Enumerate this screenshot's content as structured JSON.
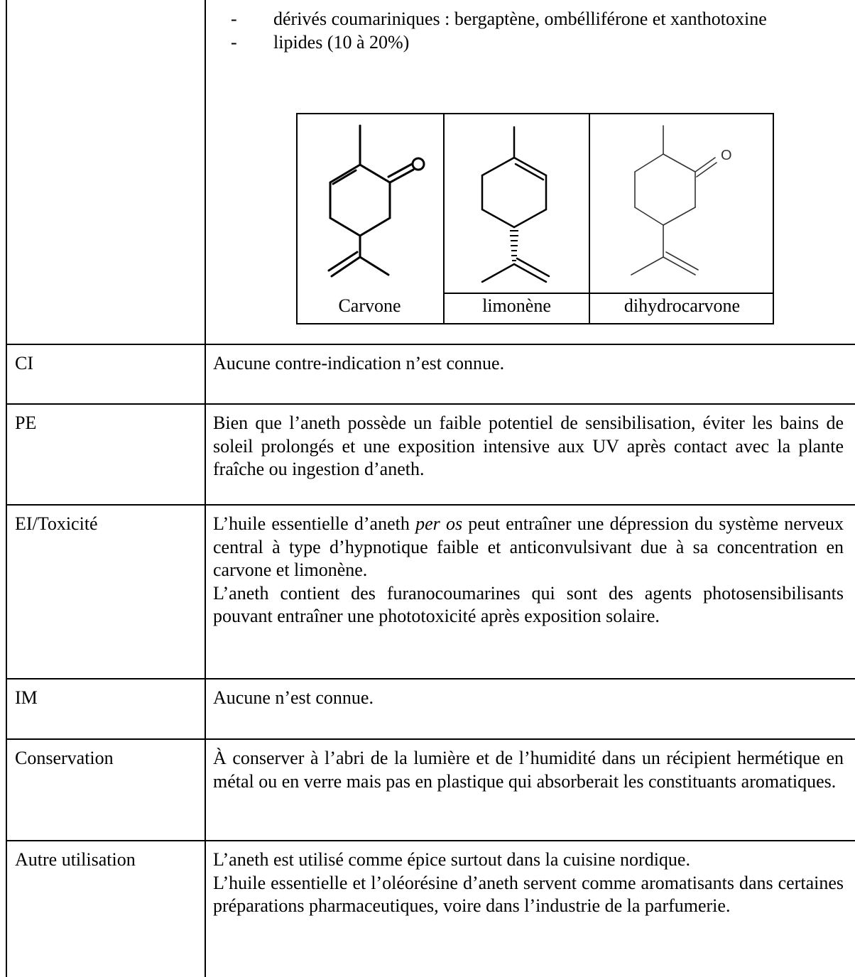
{
  "top_section": {
    "bullets": [
      {
        "marker": "-",
        "text": "dérivés coumariniques : bergaptène, ombélliférone et xanthotoxine"
      },
      {
        "marker": "-",
        "text": "lipides (10 à 20%)"
      }
    ],
    "molecules": [
      {
        "name": "Carvone",
        "icon": "carvone-structure-icon"
      },
      {
        "name": "limonène",
        "icon": "limonene-structure-icon"
      },
      {
        "name": "dihydrocarvone",
        "icon": "dihydrocarvone-structure-icon"
      }
    ]
  },
  "rows": [
    {
      "label": "CI",
      "lines": [
        "Aucune contre-indication n’est connue."
      ]
    },
    {
      "label": "PE",
      "text": "Bien que l’aneth possède un faible potentiel de sensibilisation, éviter les bains de soleil prolongés et une exposition intensive aux UV après contact avec la plante fraîche ou ingestion d’aneth."
    },
    {
      "label": "EI/Toxicité",
      "p1_before": "L’huile essentielle d’aneth ",
      "p1_italic": "per os",
      "p1_after": " peut entraîner une dépression du système nerveux central à type d’hypnotique faible et anticonvulsivant due à sa concentration en carvone et limonène.",
      "p2": "L’aneth contient des furanocoumarines qui sont des agents photosensibilisants pouvant entraîner une phototoxicité après exposition solaire."
    },
    {
      "label": "IM",
      "lines": [
        "Aucune n’est connue."
      ]
    },
    {
      "label": "Conservation",
      "text": "À conserver à l’abri de la lumière et de l’humidité dans un récipient hermétique en métal ou en verre mais pas en plastique qui absorberait les constituants aromatiques."
    },
    {
      "label": "Autre utilisation",
      "p1": "L’aneth est utilisé comme épice surtout dans la cuisine nordique.",
      "p2": "L’huile essentielle et l’oléorésine d’aneth servent comme aromatisants dans certaines préparations pharmaceutiques, voire dans l’industrie de la parfumerie."
    }
  ]
}
